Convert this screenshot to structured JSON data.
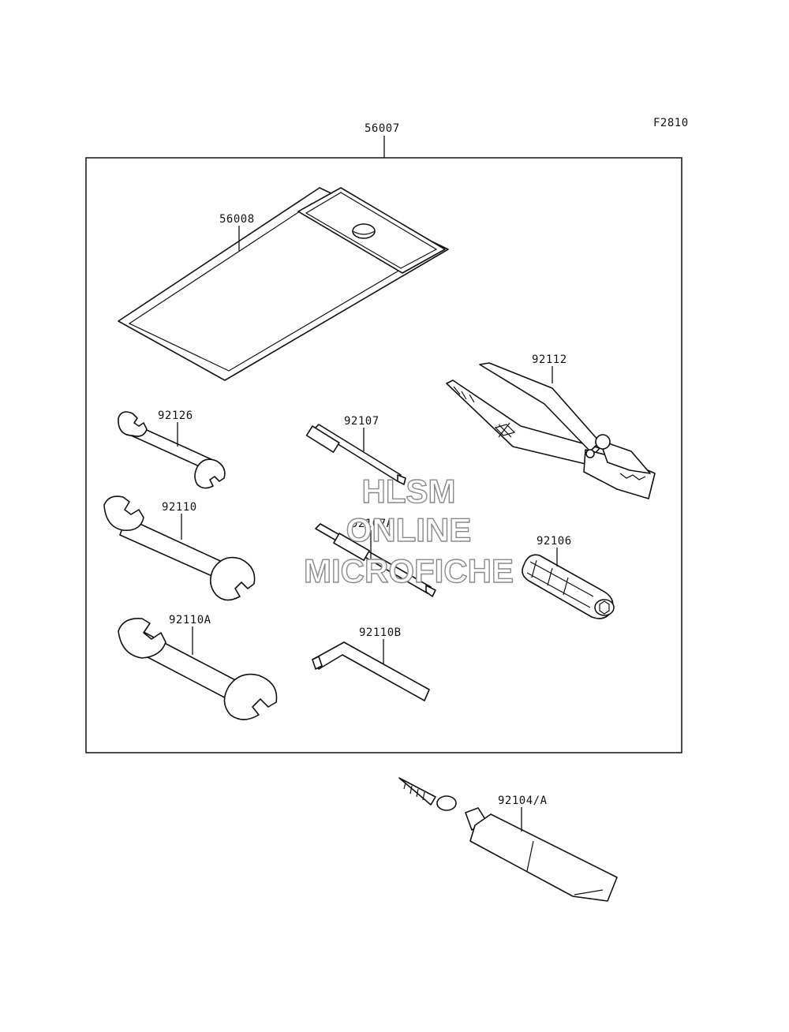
{
  "diagram_code": "F2810",
  "parts": {
    "tool_kit": "56007",
    "tool_case": "56008",
    "pliers": "92112",
    "wrench_small": "92126",
    "screwdriver": "92107",
    "screwdriver_bit": "92107A",
    "wrench_medium": "92110",
    "handle": "92106",
    "wrench_large": "92110A",
    "hex_key": "92110B",
    "repair_tube": "92104/A"
  },
  "watermark": {
    "line1": "HLSM",
    "line2": "ONLINE",
    "line3": "MICROFICHE"
  }
}
